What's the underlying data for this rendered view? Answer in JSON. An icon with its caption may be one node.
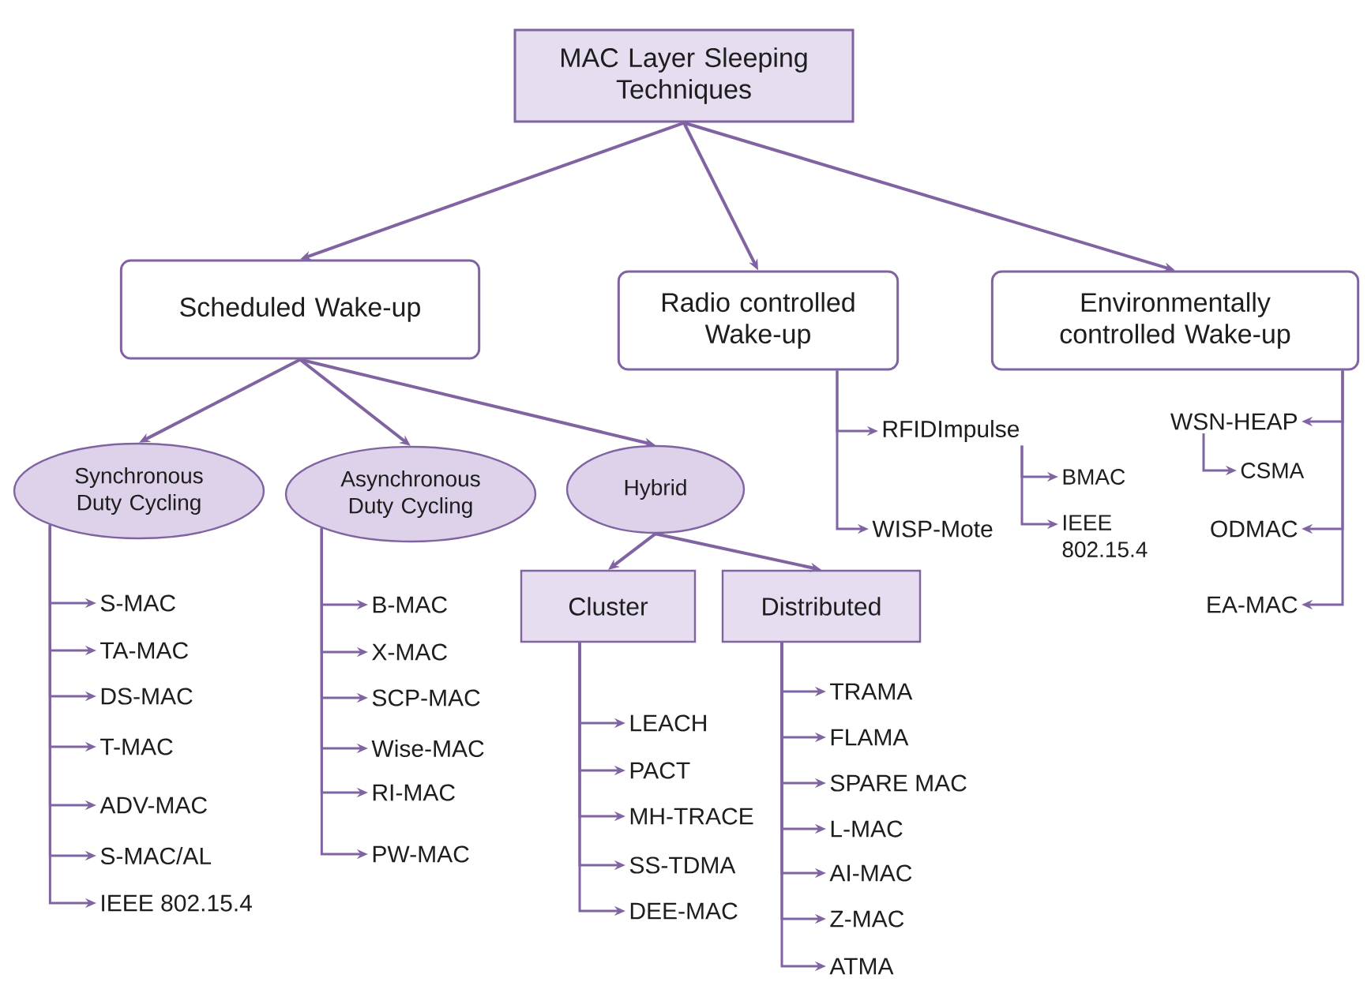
{
  "diagram": {
    "nodes": [
      {
        "text": [
          "MAC Layer Sleeping Techniques"
        ]
      },
      {
        "text": [
          "Scheduled Wake-up"
        ]
      },
      {
        "text": [
          "Radio controlled Wake-up"
        ]
      },
      {
        "text": [
          "Environmentally controlled Wake-up"
        ]
      },
      {
        "text": [
          "RFIDImpulse"
        ]
      },
      {
        "text": [
          "BMAC"
        ]
      },
      {
        "text": [
          "WISP-Mote"
        ]
      },
      {
        "text": [
          "IEEE 802.15.4"
        ]
      },
      {
        "text": [
          "WSN-HEAP"
        ]
      },
      {
        "text": [
          "CSMA"
        ]
      },
      {
        "text": [
          "ODMAC"
        ]
      },
      {
        "text": [
          "EA-MAC"
        ]
      },
      {
        "text": [
          "Synchronous Duty Cycling"
        ]
      },
      {
        "text": [
          "Asynchronous Duty Cycling"
        ]
      },
      {
        "text": [
          "Hybrid"
        ]
      },
      {
        "text": [
          "Cluster"
        ]
      },
      {
        "text": [
          "Distributed"
        ]
      },
      {
        "text": [
          "S-MAC"
        ]
      },
      {
        "text": [
          "TA-MAC"
        ]
      },
      {
        "text": [
          "DS-MAC"
        ]
      },
      {
        "text": [
          "T-MAC"
        ]
      },
      {
        "text": [
          "ADV-MAC"
        ]
      },
      {
        "text": [
          "S-MAC/AL"
        ]
      },
      {
        "text": [
          "IEEE 802.15.4"
        ]
      },
      {
        "text": [
          "B-MAC"
        ]
      },
      {
        "text": [
          "X-MAC"
        ]
      },
      {
        "text": [
          "SCP-MAC"
        ]
      },
      {
        "text": [
          "Wise-MAC"
        ]
      },
      {
        "text": [
          "RI-MAC"
        ]
      },
      {
        "text": [
          "PW-MAC"
        ]
      },
      {
        "text": [
          "LEACH"
        ]
      },
      {
        "text": [
          "PACT"
        ]
      },
      {
        "text": [
          "MH-TRACE"
        ]
      },
      {
        "text": [
          "SS-TDMA"
        ]
      },
      {
        "text": [
          "DEE-MAC"
        ]
      },
      {
        "text": [
          "TRAMA"
        ]
      },
      {
        "text": [
          "FLAMA"
        ]
      },
      {
        "text": [
          "SPARE MAC"
        ]
      },
      {
        "text": [
          "L-MAC"
        ]
      },
      {
        "text": [
          "AI-MAC"
        ]
      },
      {
        "text": [
          "Z-MAC"
        ]
      },
      {
        "text": [
          "ATMA"
        ]
      }
    ],
    "edges": [
      {
        "from": 0,
        "to": 1,
        "arrow": "to"
      },
      {
        "from": 0,
        "to": 2,
        "arrow": "to"
      },
      {
        "from": 0,
        "to": 3,
        "arrow": "to"
      },
      {
        "from": 2,
        "to": 4,
        "arrow": "to"
      },
      {
        "from": 2,
        "to": 6,
        "arrow": "to"
      },
      {
        "from": 4,
        "to": 5,
        "arrow": "to"
      },
      {
        "from": 4,
        "to": 7,
        "arrow": "to"
      },
      {
        "from": 3,
        "to": 8,
        "arrow": "to"
      },
      {
        "from": 3,
        "to": 10,
        "arrow": "to"
      },
      {
        "from": 3,
        "to": 11,
        "arrow": "to"
      },
      {
        "from": 8,
        "to": 9,
        "arrow": "to"
      },
      {
        "from": 1,
        "to": 12,
        "arrow": "to"
      },
      {
        "from": 1,
        "to": 13,
        "arrow": "to"
      },
      {
        "from": 1,
        "to": 14,
        "arrow": "to"
      },
      {
        "from": 14,
        "to": 15,
        "arrow": "to"
      },
      {
        "from": 14,
        "to": 16,
        "arrow": "to"
      },
      {
        "from": 12,
        "to": 17,
        "arrow": "to"
      },
      {
        "from": 12,
        "to": 18,
        "arrow": "to"
      },
      {
        "from": 12,
        "to": 19,
        "arrow": "to"
      },
      {
        "from": 12,
        "to": 20,
        "arrow": "to"
      },
      {
        "from": 12,
        "to": 21,
        "arrow": "to"
      },
      {
        "from": 12,
        "to": 22,
        "arrow": "to"
      },
      {
        "from": 12,
        "to": 23,
        "arrow": "to"
      },
      {
        "from": 13,
        "to": 24,
        "arrow": "to"
      },
      {
        "from": 13,
        "to": 25,
        "arrow": "to"
      },
      {
        "from": 13,
        "to": 26,
        "arrow": "to"
      },
      {
        "from": 13,
        "to": 27,
        "arrow": "to"
      },
      {
        "from": 13,
        "to": 28,
        "arrow": "to"
      },
      {
        "from": 13,
        "to": 29,
        "arrow": "to"
      },
      {
        "from": 15,
        "to": 30,
        "arrow": "to"
      },
      {
        "from": 15,
        "to": 31,
        "arrow": "to"
      },
      {
        "from": 15,
        "to": 32,
        "arrow": "to"
      },
      {
        "from": 15,
        "to": 33,
        "arrow": "to"
      },
      {
        "from": 15,
        "to": 34,
        "arrow": "to"
      },
      {
        "from": 16,
        "to": 35,
        "arrow": "to"
      },
      {
        "from": 16,
        "to": 36,
        "arrow": "to"
      },
      {
        "from": 16,
        "to": 37,
        "arrow": "to"
      },
      {
        "from": 16,
        "to": 38,
        "arrow": "to"
      },
      {
        "from": 16,
        "to": 39,
        "arrow": "to"
      },
      {
        "from": 16,
        "to": 40,
        "arrow": "to"
      },
      {
        "from": 16,
        "to": 41,
        "arrow": "to"
      }
    ]
  }
}
